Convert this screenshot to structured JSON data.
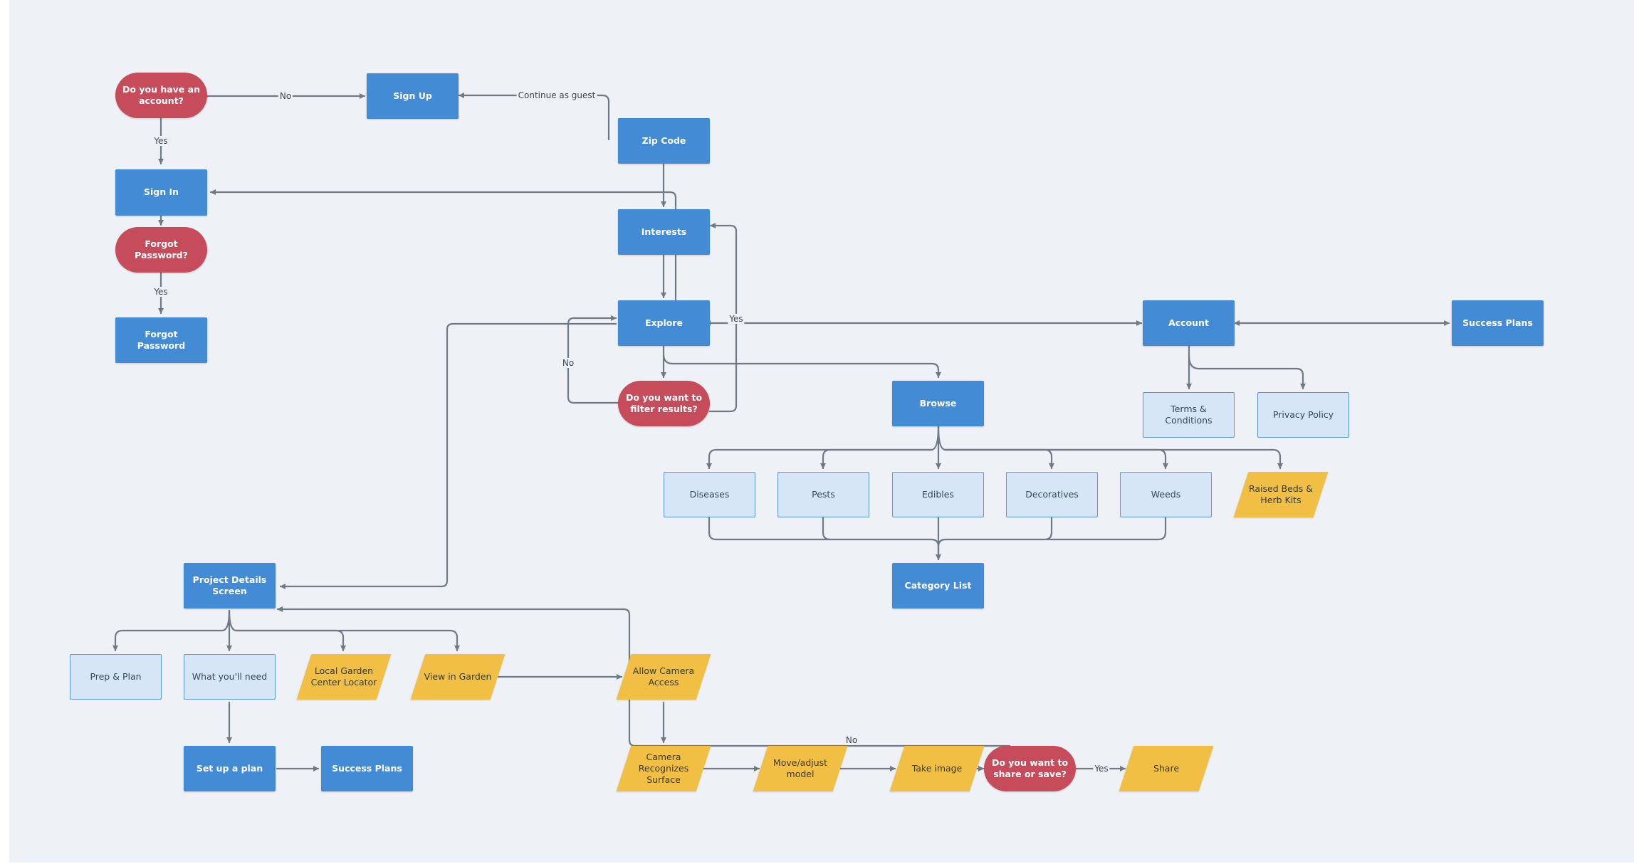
{
  "nodes": {
    "do_you_have_account": "Do you have an account?",
    "sign_up": "Sign Up",
    "zip_code": "Zip Code",
    "sign_in": "Sign In",
    "forgot_password_q": "Forgot Password?",
    "forgot_password": "Forgot Password",
    "interests": "Interests",
    "explore": "Explore",
    "filter_q": "Do you want to filter results?",
    "browse": "Browse",
    "account": "Account",
    "success_plans_top": "Success Plans",
    "terms": "Terms & Conditions",
    "privacy": "Privacy Policy",
    "diseases": "Diseases",
    "pests": "Pests",
    "edibles": "Edibles",
    "decoratives": "Decoratives",
    "weeds": "Weeds",
    "raised_beds": "Raised Beds & Herb Kits",
    "category_list": "Category List",
    "project_details": "Project Details Screen",
    "prep_plan": "Prep & Plan",
    "what_youll_need": "What you'll need",
    "local_garden": "Local Garden Center Locator",
    "view_in_garden": "View in Garden",
    "allow_camera": "Allow Camera Access",
    "set_up_plan": "Set up a plan",
    "success_plans_bottom": "Success Plans",
    "camera_recognizes": "Camera Recognizes Surface",
    "move_adjust": "Move/adjust model",
    "take_image": "Take image",
    "share_save_q": "Do you want to share or save?",
    "share": "Share"
  },
  "edge_labels": {
    "no_signup": "No",
    "continue_guest": "Continue as guest",
    "yes_signin": "Yes",
    "yes_forgot": "Yes",
    "yes_filter": "Yes",
    "no_filter": "No",
    "no_share": "No",
    "yes_share": "Yes"
  },
  "colors": {
    "process": "#448bd6",
    "light_process": "#d6e6f6",
    "decision": "#c64c5b",
    "data": "#f0bf43",
    "connector": "#6f7a86",
    "background": "#eef2f6"
  }
}
